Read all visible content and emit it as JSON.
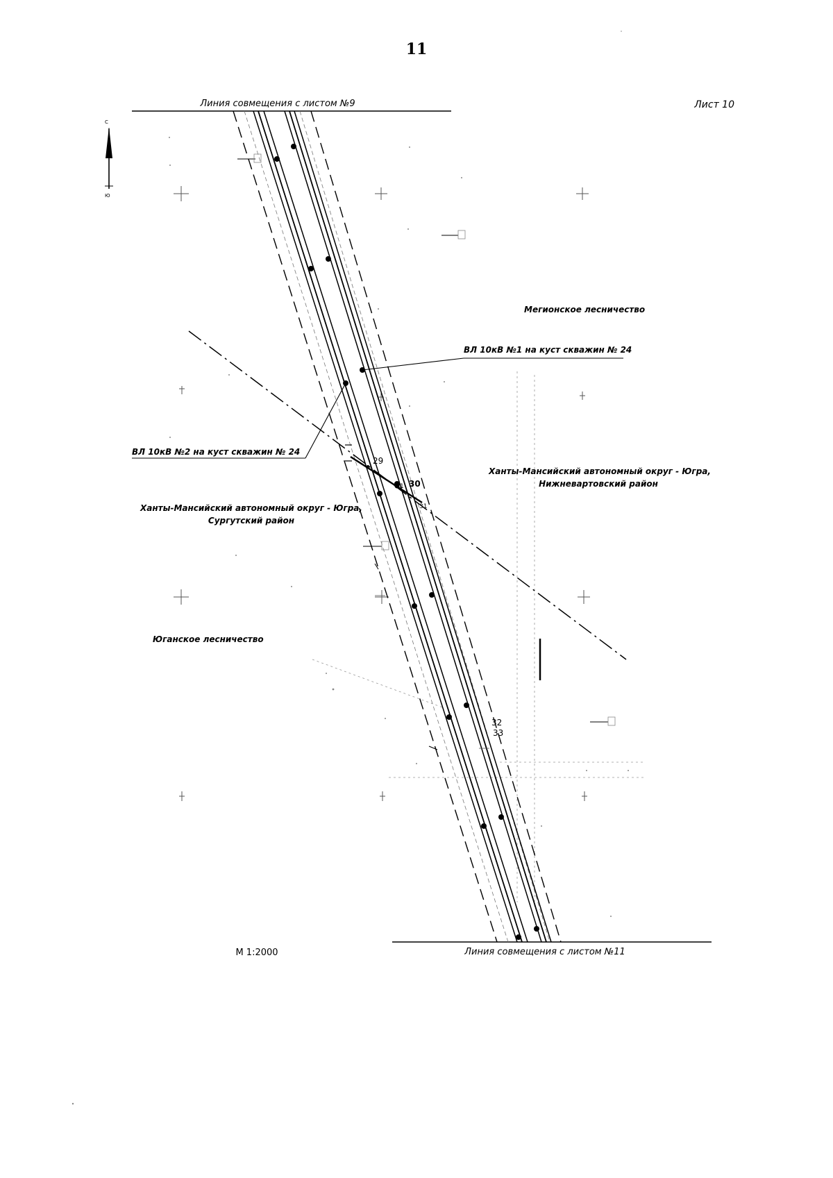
{
  "page_number": "11",
  "sheet_label": "Лист 10",
  "match_line_top": "Линия совмещения с листом №9",
  "match_line_bottom": "Линия совмещения с листом №11",
  "scale": "М 1:2000",
  "forestry_megion": "Мегионское лесничество",
  "forestry_yugan": "Юганское лесничество",
  "line_1": "ВЛ 10кВ №1 на куст скважин № 24",
  "line_2": "ВЛ 10кВ №2 на куст скважин № 24",
  "district_east_1": "Ханты-Мансийский автономный округ - Югра,",
  "district_east_2": "Нижневартовский район",
  "district_west_1": "Ханты-Мансийский автономный округ - Югра,",
  "district_west_2": "Сургутский район",
  "north_arrow": {
    "top": "С",
    "bottom": "Ю"
  },
  "point_numbers": {
    "p29": "29",
    "p30": "30",
    "p31": "31",
    "p1": "1",
    "p32": "32",
    "p33": "33"
  }
}
